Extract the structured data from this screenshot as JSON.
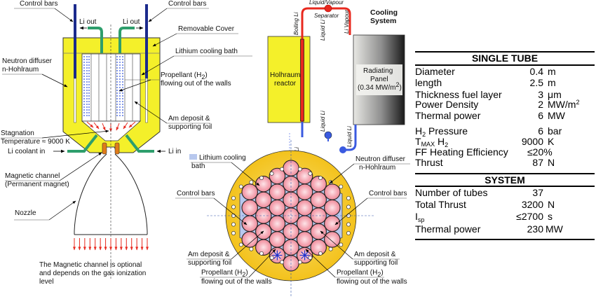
{
  "colors": {
    "yellow_cover": "#f4f02a",
    "disc_yellow": "#f6cc33",
    "control_bar": "#1b2a8c",
    "li_pipe": "#2e9e6c",
    "arrow_red": "#e8281e",
    "magnet": "#e07b19",
    "tube_pink": "#f29aa8",
    "bath_blue": "#b8c8ee",
    "pipe_red": "#e8281e",
    "pipe_blue": "#3a5ae0"
  },
  "left_diagram": {
    "labels": {
      "control_bars_left": "Control bars",
      "control_bars_right": "Control bars",
      "li_out_left": "Li out",
      "li_out_right": "Li out",
      "removable_cover": "Removable Cover",
      "lithium_cooling_bath": "Lithium cooling bath",
      "neutron_diffuser_1": "Neutron diffuser",
      "neutron_diffuser_2": "n-Hohlraum",
      "propellant_1": "Propellant (H",
      "propellant_sub": "2",
      "propellant_close": ")",
      "propellant_2": "flowing out of the walls",
      "am_deposit_1": "Am deposit &",
      "am_deposit_2": "supporting foil",
      "stagnation_1": "Stagnation",
      "stagnation_2": "Temperature ≈ 9000 K",
      "li_coolant_in": "Li coolant in",
      "li_in": "Li in",
      "magnetic_channel_1": "Magnetic channel",
      "magnetic_channel_2": "(Permanent magnet)",
      "nozzle": "Nozzle",
      "note_1": "The Magnetic channel is optional",
      "note_2": "and depends on the gas ionization",
      "note_3": "level"
    }
  },
  "cooling_diagram": {
    "title_1": "Cooling",
    "title_2": "System",
    "liquid_vapour": "Liquid/Vapour",
    "separator": "Separator",
    "boiling_li": "Boiling Li",
    "liquid_li": "Liquid Li",
    "li_vapour": "Li Vapour",
    "reactor_1": "Holhraum",
    "reactor_2": "reactor",
    "panel_1": "Radiating",
    "panel_2": "Panel",
    "panel_3": "(0.34 MW/m",
    "panel_sup": "2",
    "panel_close": ")"
  },
  "cross_section": {
    "tube_count": 37,
    "column_counts": [
      4,
      5,
      6,
      7,
      6,
      5,
      4
    ],
    "labels": {
      "lithium_cooling_1": "Lithium cooling",
      "lithium_cooling_2": "bath",
      "neutron_diffuser_1": "Neutron diffuser",
      "neutron_diffuser_2": "n-Hohlraum",
      "control_bars_left": "Control bars",
      "control_bars_right": "Control bars",
      "am_deposit_1": "Am deposit &",
      "am_deposit_2": "supporting foil",
      "propellant_1": "Propellant (H",
      "propellant_sub": "2",
      "propellant_close": ")",
      "propellant_2": "flowing out of the walls"
    }
  },
  "table": {
    "single_tube_header": "SINGLE TUBE",
    "single_tube": [
      {
        "label": "Diameter",
        "value": "0.4",
        "unit": "m"
      },
      {
        "label": "length",
        "value": "2.5",
        "unit": "m"
      },
      {
        "label": "Thickness fuel layer",
        "value": "3",
        "unit": "μm"
      },
      {
        "label": "Power Density",
        "value": "2",
        "unit": "MW/m²"
      },
      {
        "label": "Thermal power",
        "value": "6",
        "unit": "MW"
      },
      {
        "label": "H₂ Pressure",
        "value": "6",
        "unit": "bar"
      },
      {
        "label": "T_MAX H₂",
        "value": "9000",
        "unit": "K"
      },
      {
        "label": "FF Heating Efficiency",
        "value": "≤20%",
        "unit": ""
      },
      {
        "label": "Thrust",
        "value": "87",
        "unit": "N"
      }
    ],
    "system_header": "SYSTEM",
    "system": [
      {
        "label": "Number of tubes",
        "value": "37",
        "unit": ""
      },
      {
        "label": "Total Thrust",
        "value": "3200",
        "unit": "N"
      },
      {
        "label": "I_sp",
        "value": "≤2700",
        "unit": "s"
      },
      {
        "label": "Thermal power",
        "value": "230",
        "unit": "MW"
      }
    ],
    "display": {
      "h2_pressure_pre": "H",
      "h2_pressure_sub": "2",
      "h2_pressure_post": " Pressure",
      "tmax_pre": "T",
      "tmax_sub": "MAX",
      "tmax_post": " H",
      "tmax_sub2": "2",
      "isp_pre": "I",
      "isp_sub": "sp",
      "pd_unit": "MW/m",
      "pd_sup": "2"
    }
  }
}
